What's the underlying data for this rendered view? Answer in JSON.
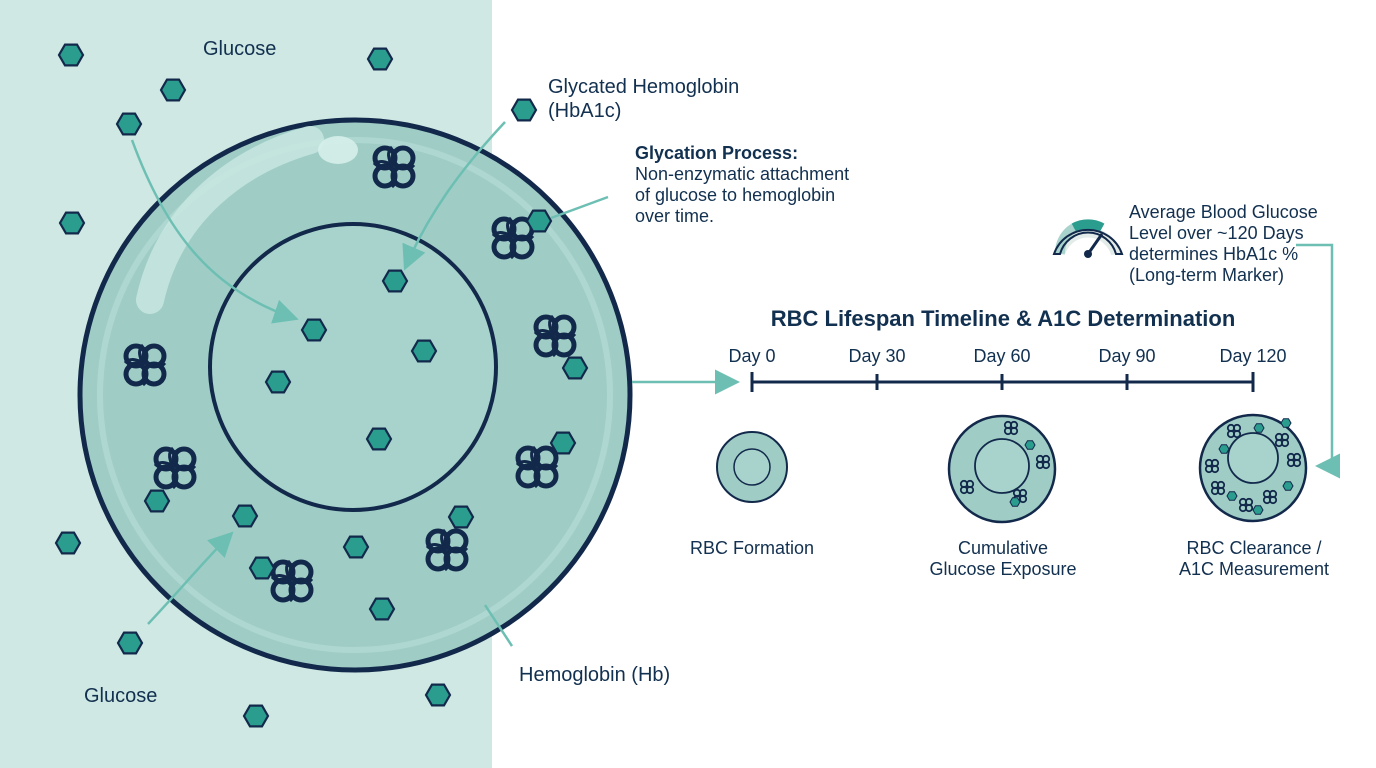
{
  "labels": {
    "glucose_top": "Glucose",
    "glucose_bottom": "Glucose",
    "glycated_line1": "Glycated Hemoglobin",
    "glycated_line2": "(HbA1c)",
    "glycation_title": "Glycation Process:",
    "glycation_line1": "Non-enzymatic attachment",
    "glycation_line2": "of glucose to hemoglobin",
    "glycation_line3": "over time.",
    "hemoglobin": "Hemoglobin (Hb)",
    "average_line1": "Average Blood Glucose",
    "average_line2": "Level over ~120 Days",
    "average_line3": "determines HbA1c %",
    "average_line4": "(Long-term Marker)"
  },
  "timeline": {
    "title": "RBC Lifespan Timeline & A1C Determination",
    "ticks": [
      "Day 0",
      "Day 30",
      "Day 60",
      "Day 90",
      "Day 120"
    ],
    "stages": [
      {
        "line1": "RBC Formation",
        "line2": ""
      },
      {
        "line1": "Cumulative",
        "line2": "Glucose Exposure"
      },
      {
        "line1": "RBC Clearance /",
        "line2": "A1C Measurement"
      }
    ]
  },
  "colors": {
    "panel_bg": "#cfe8e3",
    "cell_fill": "#9fcdc6",
    "nucleus_fill": "#a7d3cc",
    "outline": "#13294b",
    "glucose": "#2a9d8f",
    "arrow": "#6ebfb3",
    "hemoglobin": "#13294b",
    "text": "#12304f"
  },
  "icons": [
    "glucose-hexagon-icon",
    "hemoglobin-molecule-icon",
    "gauge-icon",
    "arrow-icon"
  ]
}
